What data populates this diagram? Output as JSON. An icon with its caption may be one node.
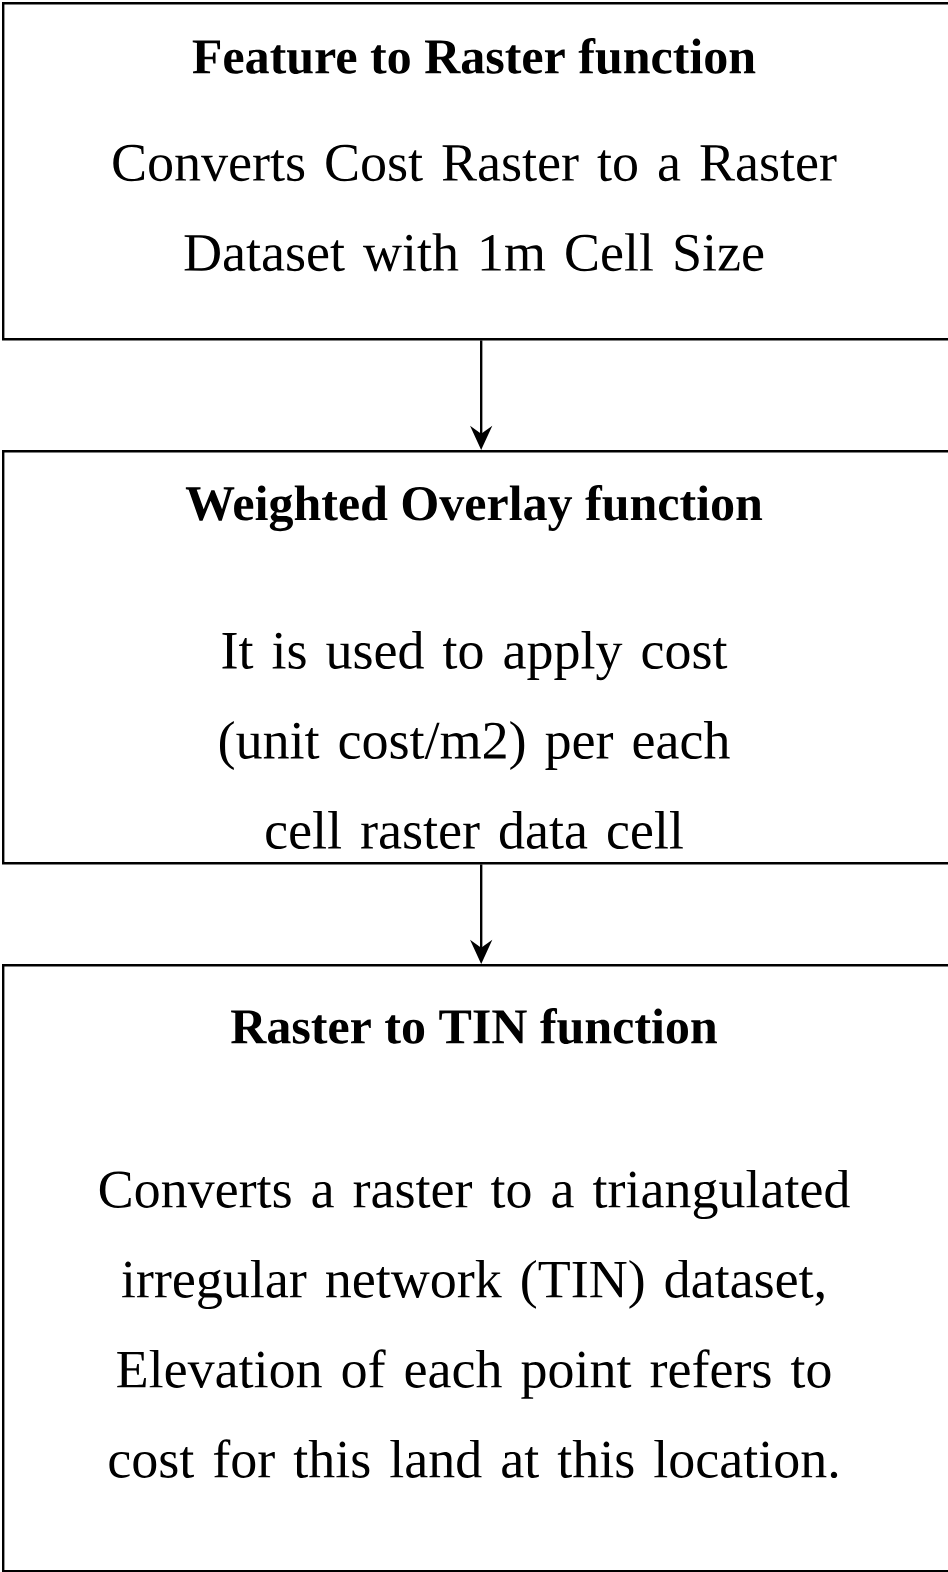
{
  "diagram": {
    "nodes": [
      {
        "text": [
          "Feature to Raster function",
          "Converts Cost Raster to a Raster Dataset with 1m Cell Size"
        ]
      },
      {
        "text": [
          "Weighted Overlay function",
          "It is used to apply cost (unit cost/m2) per each cell raster data cell"
        ]
      },
      {
        "text": [
          "Raster to TIN function",
          "Converts a raster to a triangulated irregular network (TIN) dataset, Elevation of each point refers to cost for this land at this location."
        ]
      }
    ],
    "edges": [
      {
        "from": 0,
        "to": 1,
        "arrow": "to"
      },
      {
        "from": 1,
        "to": 2,
        "arrow": "to"
      }
    ]
  }
}
